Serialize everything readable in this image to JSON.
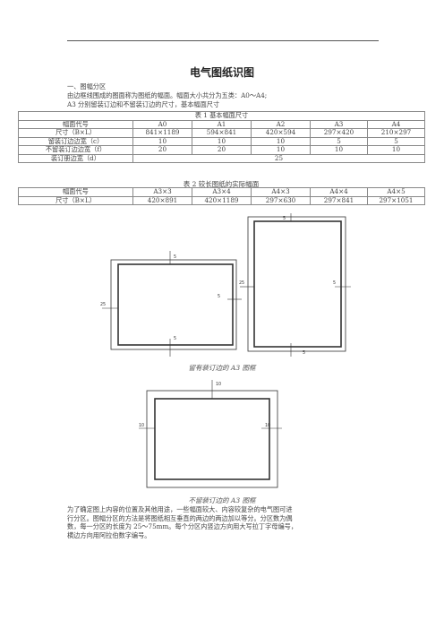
{
  "title": "电气图纸识图",
  "section_heading": "一、图幅分区",
  "intro_line_1": "由边框线围成的图面称为图纸的幅面。幅面大小共分为五类：A0～A4;",
  "intro_line_2": "A3 分别留装订边和不留装订边的尺寸，基本幅面尺寸",
  "table1": {
    "caption": "表 1    基本幅面尺寸",
    "header": [
      "幅面代号",
      "A0",
      "A1",
      "A2",
      "A3",
      "A4"
    ],
    "rows": [
      [
        "尺寸（B×L）",
        "841×1189",
        "594×841",
        "420×594",
        "297×420",
        "210×297"
      ],
      [
        "留装订边边宽（c）",
        "10",
        "10",
        "10",
        "5",
        "5"
      ],
      [
        "不留装订边边宽（f）",
        "20",
        "20",
        "10",
        "10",
        "10"
      ]
    ],
    "last_row_label": "装订册边宽（d）",
    "last_row_value": "25"
  },
  "table2": {
    "caption": "表 2    较长图纸的实际幅面",
    "header": [
      "幅面代号",
      "A3×3",
      "A3×4",
      "A4×3",
      "A4×4",
      "A4×5"
    ],
    "row": [
      "尺寸（B×L）",
      "420×891",
      "420×1189",
      "297×630",
      "297×841",
      "297×1051"
    ]
  },
  "figure1": {
    "landscape_labels": {
      "top": "5",
      "left": "25",
      "right": "5",
      "bottom": "5"
    },
    "portrait_labels": {
      "top": "5",
      "left": "25",
      "right": "5",
      "bottom": "5"
    },
    "caption": "留有装订边的 A3 图框"
  },
  "figure2": {
    "labels": {
      "top": "10",
      "left": "10",
      "right": "10"
    },
    "caption": "不留装订边的 A3 图框"
  },
  "closing_paragraph": [
    "为了确定图上内容的位置及其他用途，一些幅面较大、内容较复杂的电气图可进",
    "行分区。图幅分区的方法是将图纸相互垂直的两边的两边加以等分。分区数为偶",
    "数，每一分区的长度为 25～75mm。每个分区内竖边方向用大写拉丁字母编号，",
    "横边方向用阿拉伯数字编号。"
  ]
}
